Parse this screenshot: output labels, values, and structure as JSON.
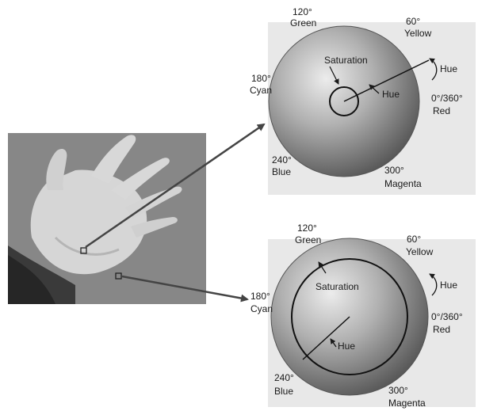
{
  "colors": {
    "wheel_light": "#ececec",
    "wheel_mid": "#a8a8a8",
    "wheel_dark": "#5a5a5a",
    "panel_bg": "#e6e6e6",
    "photo_bg": "#8e8e8e",
    "hand": "#d9d9d9",
    "line": "#444444"
  },
  "top_wheel": {
    "label_120": "120°",
    "label_green": "Green",
    "label_60": "60°",
    "label_yellow": "Yellow",
    "label_180": "180°",
    "label_cyan": "Cyan",
    "label_0_360": "0°/360°",
    "label_red": "Red",
    "label_240": "240°",
    "label_blue": "Blue",
    "label_300": "300°",
    "label_magenta": "Magenta",
    "label_saturation": "Saturation",
    "label_hue_inner": "Hue",
    "label_hue_side": "Hue",
    "saturation_fraction": 0.25
  },
  "bottom_wheel": {
    "label_120": "120°",
    "label_green": "Green",
    "label_60": "60°",
    "label_yellow": "Yellow",
    "label_180": "180°",
    "label_cyan": "Cyan",
    "label_0_360": "0°/360°",
    "label_red": "Red",
    "label_240": "240°",
    "label_blue": "Blue",
    "label_300": "300°",
    "label_magenta": "Magenta",
    "label_saturation": "Saturation",
    "label_hue_inner": "Hue",
    "label_hue_side": "Hue",
    "saturation_fraction": 0.82
  }
}
